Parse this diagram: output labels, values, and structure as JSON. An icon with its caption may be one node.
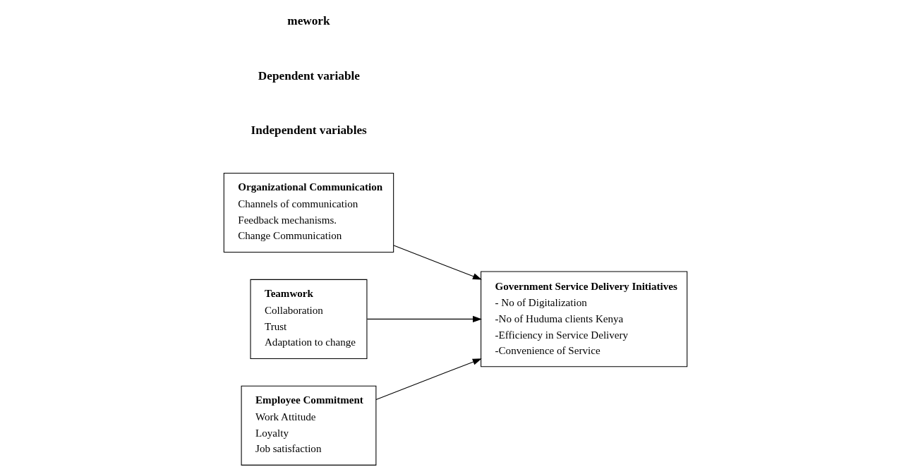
{
  "diagram": {
    "nodes": [
      {
        "text": [
          "Organizational Communication",
          "Channels of communication",
          "Feedback mechanisms.",
          "Change Communication"
        ]
      },
      {
        "text": [
          "Teamwork",
          "Collaboration",
          "Trust",
          "Adaptation to change"
        ]
      },
      {
        "text": [
          "Employee Commitment",
          "Work Attitude",
          "Loyalty",
          "Job satisfaction"
        ]
      },
      {
        "text": [
          "Government Service Delivery Initiatives",
          "- No of Digitalization",
          "-No of Huduma clients Kenya",
          "-Efficiency in Service Delivery",
          "-Convenience of Service"
        ]
      }
    ],
    "edges": [
      {
        "from": 0,
        "to": 3,
        "arrow": "to"
      },
      {
        "from": 1,
        "to": 3,
        "arrow": "to"
      },
      {
        "from": 2,
        "to": 3,
        "arrow": "to"
      }
    ],
    "labels": [
      "Independent variables",
      "Dependent variable",
      "mework"
    ]
  }
}
